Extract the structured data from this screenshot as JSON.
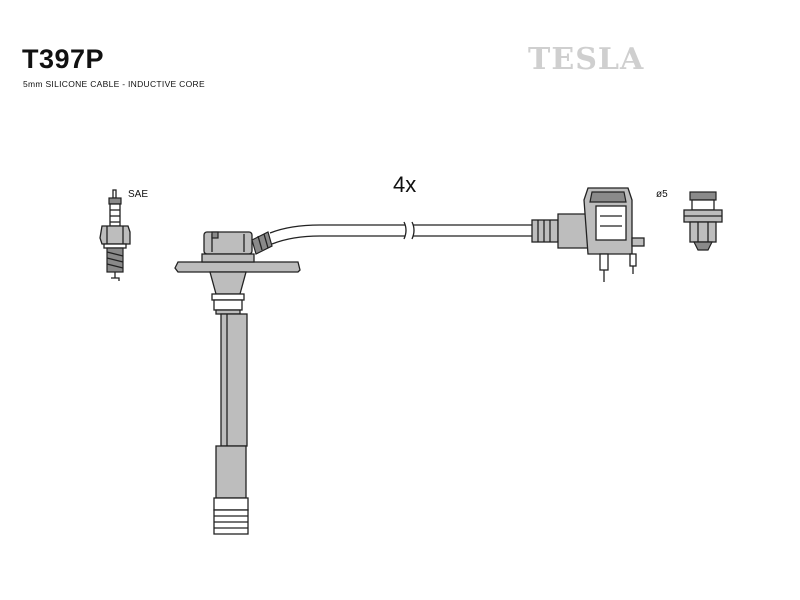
{
  "header": {
    "part_code": "T397P",
    "spec": "5mm SILICONE CABLE - INDUCTIVE CORE",
    "brand": "TESLA"
  },
  "labels": {
    "spark_plug_type": "SAE",
    "quantity": "4x",
    "terminal_diameter": "ø5"
  },
  "icons": {
    "spark_plug": "spark-plug-icon",
    "plug_boot": "spark-plug-boot-icon",
    "cable": "ignition-cable-icon",
    "coil_connector": "coil-connector-icon",
    "terminal": "terminal-pin-icon"
  },
  "colors": {
    "fill_light": "#bdbdbd",
    "fill_dark": "#8a8a8a",
    "outline": "#222222",
    "brand": "#cfcfcf"
  }
}
